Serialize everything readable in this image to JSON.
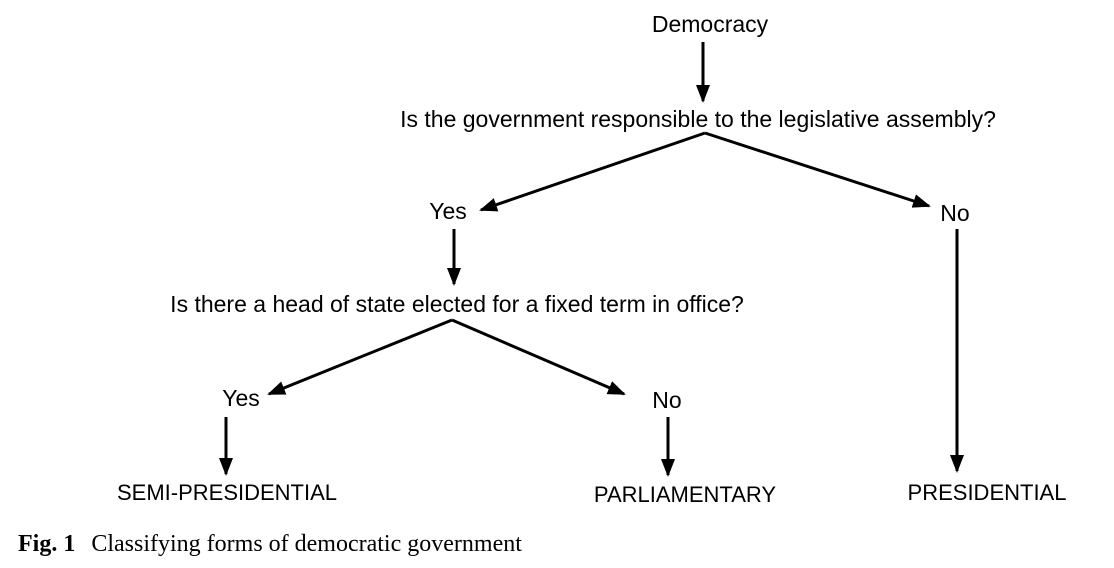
{
  "tree": {
    "root": {
      "label": "Democracy"
    },
    "question1": {
      "label": "Is the government responsible to the legislative assembly?"
    },
    "question1_yes": {
      "label": "Yes"
    },
    "question1_no": {
      "label": "No"
    },
    "question2": {
      "label": "Is there a head of state elected for a fixed term in office?"
    },
    "question2_yes": {
      "label": "Yes"
    },
    "question2_no": {
      "label": "No"
    },
    "leaves": {
      "semi_presidential": {
        "label": "SEMI-PRESIDENTIAL"
      },
      "parliamentary": {
        "label": "PARLIAMENTARY"
      },
      "presidential": {
        "label": "PRESIDENTIAL"
      }
    }
  },
  "caption": {
    "fig_label": "Fig. 1",
    "text": "Classifying forms of democratic government"
  },
  "colors": {
    "line": "#000000",
    "text": "#000000",
    "background": "#ffffff"
  }
}
